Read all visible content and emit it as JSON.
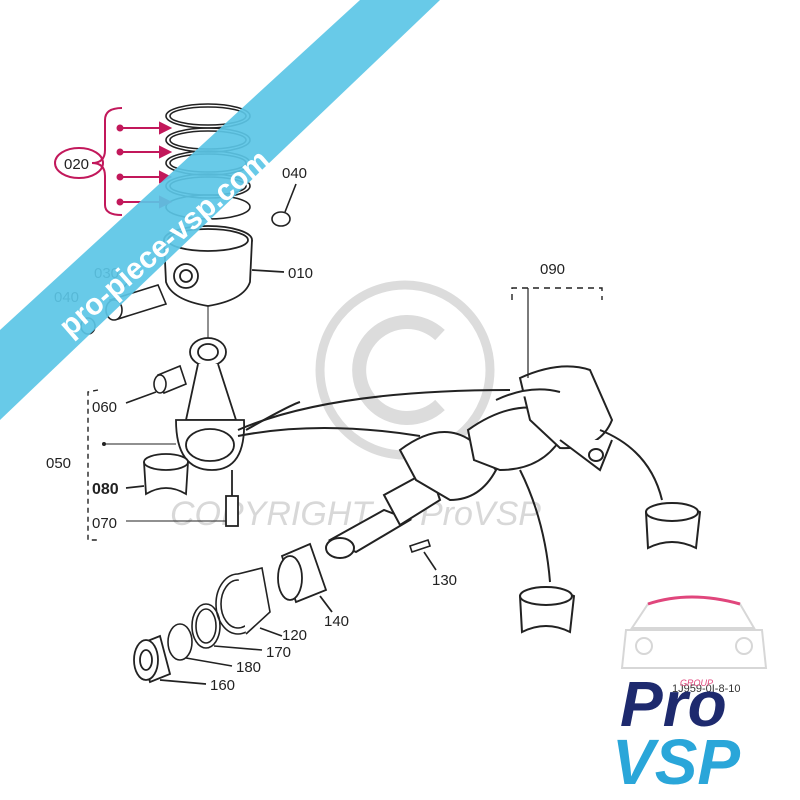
{
  "labels": {
    "l010": "010",
    "l020": "020",
    "l030": "030",
    "l040a": "040",
    "l040b": "040",
    "l050": "050",
    "l060": "060",
    "l070": "070",
    "l080": "080",
    "l090": "090",
    "l120": "120",
    "l130": "130",
    "l140": "140",
    "l160": "160",
    "l170": "170",
    "l180": "180"
  },
  "ref_code": "1J959-0I-8-10",
  "watermark": {
    "copyright_symbol": "©",
    "copyright_text": "COPYRIGHT",
    "brand_text": "ProVSP"
  },
  "banner": {
    "text": "pro-piece-vsp.com",
    "color": "#5bc6e6"
  },
  "logo": {
    "group": "GROUP",
    "pro": "Pro",
    "vsp": "VSP",
    "pro_color": "#1e2a6e",
    "vsp_color": "#2aa6d9",
    "accent_color": "#e0467c"
  },
  "highlight_color": "#c2185b"
}
